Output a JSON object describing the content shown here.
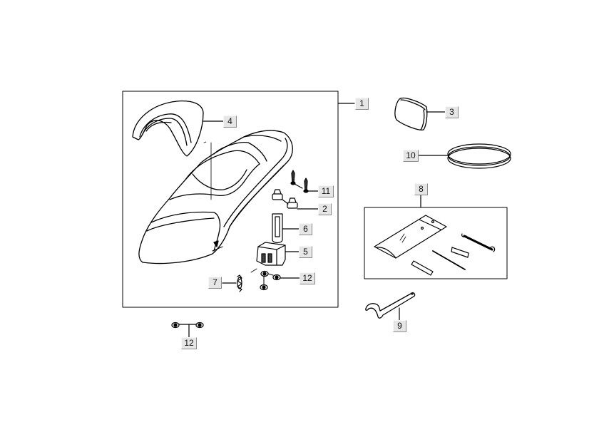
{
  "diagram": {
    "type": "exploded-parts-diagram",
    "subject": "seat assembly and tool kit",
    "colors": {
      "line": "#000000",
      "background": "#ffffff",
      "callout_fill": "#e6e6e6",
      "callout_shadow": "#8a8a8a"
    },
    "callouts": [
      {
        "id": "1",
        "label": "1",
        "part": "seat-assembly-group"
      },
      {
        "id": "2",
        "label": "2",
        "part": "rubber-bumper"
      },
      {
        "id": "3",
        "label": "3",
        "part": "backrest-pad"
      },
      {
        "id": "4",
        "label": "4",
        "part": "passenger-backrest"
      },
      {
        "id": "5",
        "label": "5",
        "part": "seat-lock-latch"
      },
      {
        "id": "6",
        "label": "6",
        "part": "clip-bracket"
      },
      {
        "id": "7",
        "label": "7",
        "part": "spring"
      },
      {
        "id": "8",
        "label": "8",
        "part": "tool-kit-group"
      },
      {
        "id": "9",
        "label": "9",
        "part": "hook-spanner"
      },
      {
        "id": "10",
        "label": "10",
        "part": "strap-band"
      },
      {
        "id": "11",
        "label": "11",
        "part": "screws"
      },
      {
        "id": "12a",
        "label": "12",
        "part": "nuts-inside"
      },
      {
        "id": "12b",
        "label": "12",
        "part": "nuts-outside"
      }
    ]
  }
}
